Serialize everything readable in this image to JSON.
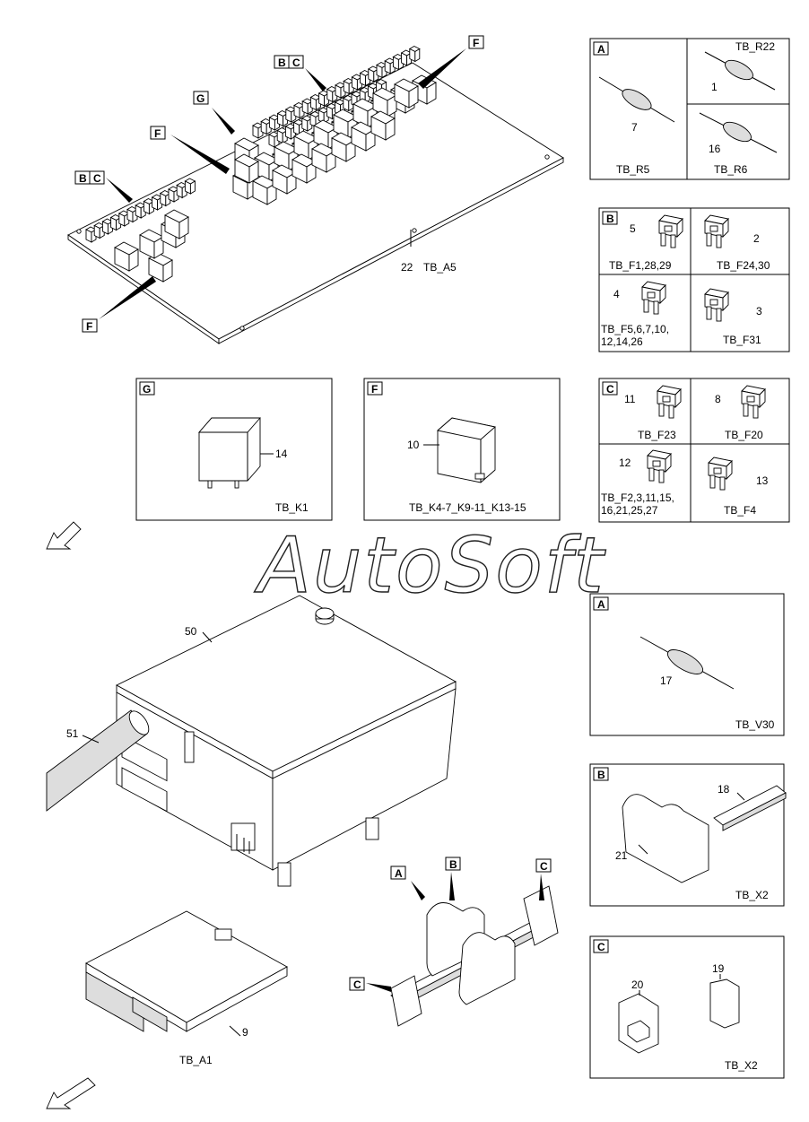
{
  "tags": {
    "a": "A",
    "b": "B",
    "c": "C",
    "f": "F",
    "g": "G"
  },
  "board": {
    "item": "22",
    "code": "TB_A5"
  },
  "panel_a1": {
    "r22": "TB_R22",
    "n1": "1",
    "n7": "7",
    "r5": "TB_R5",
    "n16": "16",
    "r6": "TB_R6"
  },
  "panel_b1": {
    "n5": "5",
    "f1": "TB_F1,28,29",
    "n2": "2",
    "f24": "TB_F24,30",
    "n4": "4",
    "f5a": "TB_F5,6,7,10,",
    "f5b": "12,14,26",
    "n3": "3",
    "f31": "TB_F31"
  },
  "panel_c1": {
    "n11": "11",
    "f23": "TB_F23",
    "n8": "8",
    "f20": "TB_F20",
    "n12": "12",
    "f2a": "TB_F2,3,11,15,",
    "f2b": "16,21,25,27",
    "n13": "13",
    "f4": "TB_F4"
  },
  "panel_g": {
    "n14": "14",
    "code": "TB_K1"
  },
  "panel_f": {
    "n10": "10",
    "code": "TB_K4-7_K9-11_K13-15"
  },
  "watermark": "AutoSoft",
  "box": {
    "n50": "50",
    "n51": "51"
  },
  "ecu": {
    "n9": "9",
    "code": "TB_A1"
  },
  "panel_a2": {
    "n17": "17",
    "code": "TB_V30"
  },
  "panel_b2": {
    "n18": "18",
    "n21": "21",
    "code": "TB_X2"
  },
  "panel_c2": {
    "n20": "20",
    "n19": "19",
    "code": "TB_X2"
  },
  "colors": {
    "ink": "#000000",
    "paper": "#ffffff",
    "shade": "#dddddd"
  }
}
